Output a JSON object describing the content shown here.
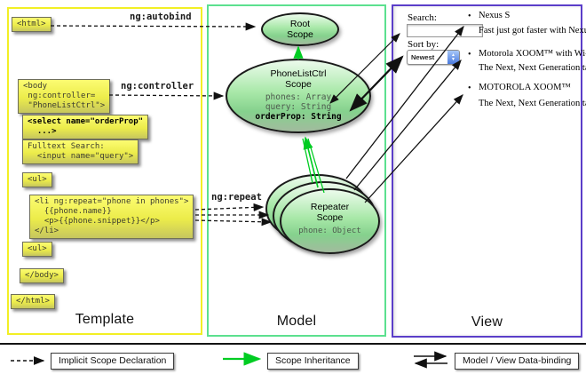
{
  "colors": {
    "template_border": "#f2ef25",
    "model_border": "#5ce08f",
    "view_border": "#5b3ec9",
    "code_box_yellow": "#ecec4a",
    "scope_green": "#a8e8a8",
    "inheritance_arrow_green": "#00cc22",
    "arrow_black": "#111111"
  },
  "columns": {
    "template": "Template",
    "model": "Model",
    "view": "View"
  },
  "code_boxes": {
    "html_open": "<html>",
    "body_open": "<body\n ng:controller=\n \"PhoneListCtrl\">",
    "select": "<select name=\"orderProp\"\n  ...>",
    "fulltext": "Fulltext Search:\n  <input name=\"query\">",
    "ul_open": "<ul>",
    "li_repeat": "<li ng:repeat=\"phone in phones\">\n  {{phone.name}}\n  <p>{{phone.snippet}}</p>\n</li>",
    "ul_close": "<ul>",
    "body_close": "</body>",
    "html_close": "</html>"
  },
  "directives": {
    "autobind": "ng:autobind",
    "controller": "ng:controller",
    "repeat": "ng:repeat"
  },
  "scopes": {
    "root": {
      "title": "Root\nScope"
    },
    "phone_list": {
      "title": "PhoneListCtrl\nScope",
      "props": [
        "phones: Array",
        "query: String"
      ],
      "bold_prop": "orderProp: String"
    },
    "repeater": {
      "title": "Repeater\nScope",
      "prop": "phone: Object"
    }
  },
  "view": {
    "search_label": "Search:",
    "search_value": "",
    "sort_label": "Sort by:",
    "sort_value": "Newest",
    "bullet": "•",
    "stepper_up": "▲",
    "stepper_down": "▼",
    "items": [
      {
        "name": "Nexus S",
        "desc": "Fast just got faster with Nexus S."
      },
      {
        "name": "Motorola XOOM™ with Wi-Fi",
        "desc": "The Next, Next Generation tablet."
      },
      {
        "name": "MOTOROLA XOOM™",
        "desc": "The Next, Next Generation tablet."
      }
    ]
  },
  "legend": {
    "implicit": "Implicit Scope Declaration",
    "inheritance": "Scope Inheritance",
    "binding": "Model / View Data-binding"
  }
}
